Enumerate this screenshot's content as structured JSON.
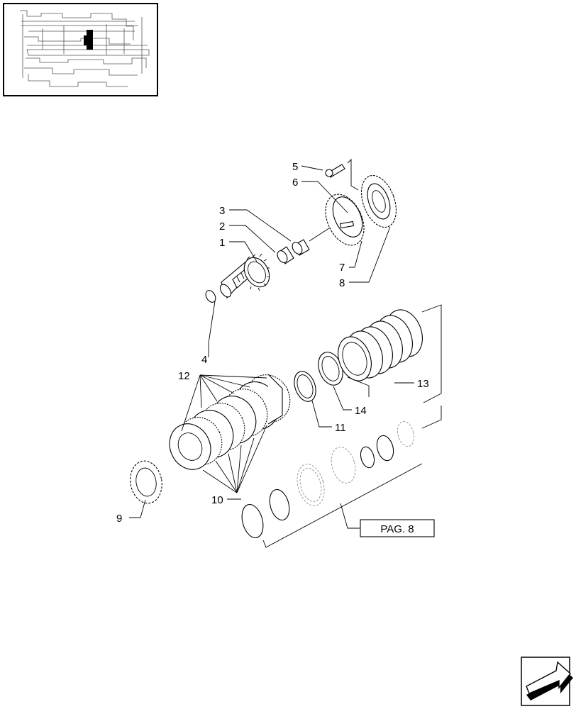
{
  "diagram": {
    "callouts": [
      {
        "id": "c1",
        "text": "1"
      },
      {
        "id": "c2",
        "text": "2"
      },
      {
        "id": "c3",
        "text": "3"
      },
      {
        "id": "c4",
        "text": "4"
      },
      {
        "id": "c5",
        "text": "5"
      },
      {
        "id": "c6",
        "text": "6"
      },
      {
        "id": "c7",
        "text": "7"
      },
      {
        "id": "c8",
        "text": "8"
      },
      {
        "id": "c9",
        "text": "9"
      },
      {
        "id": "c10",
        "text": "10"
      },
      {
        "id": "c11",
        "text": "11"
      },
      {
        "id": "c12",
        "text": "12"
      },
      {
        "id": "c13",
        "text": "13"
      },
      {
        "id": "c14",
        "text": "14"
      }
    ],
    "page_reference": "PAG. 8"
  },
  "icons": {
    "thumbnail": "transmission-locator-thumbnail",
    "nav": "next-page-arrow-icon"
  }
}
